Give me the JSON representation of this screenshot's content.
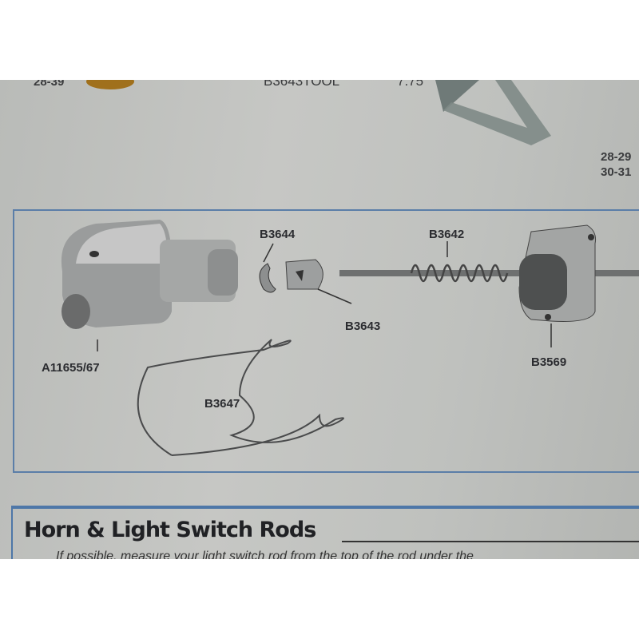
{
  "catalog_row": {
    "year": "28-39",
    "part_number": "B3643TOOL",
    "price": "7.75"
  },
  "side_years": [
    "28-29",
    "30-31"
  ],
  "parts": [
    {
      "part_number": "A11655/67"
    },
    {
      "part_number": "B3644"
    },
    {
      "part_number": "B3643"
    },
    {
      "part_number": "B3642"
    },
    {
      "part_number": "B3569"
    },
    {
      "part_number": "B3647"
    }
  ],
  "section": {
    "heading": "Horn & Light Switch Rods",
    "intro": "If possible, measure your light switch rod from the top of the rod under the"
  },
  "colors": {
    "panel_border": "#5b7ea8",
    "page": "#c2c3c0"
  }
}
